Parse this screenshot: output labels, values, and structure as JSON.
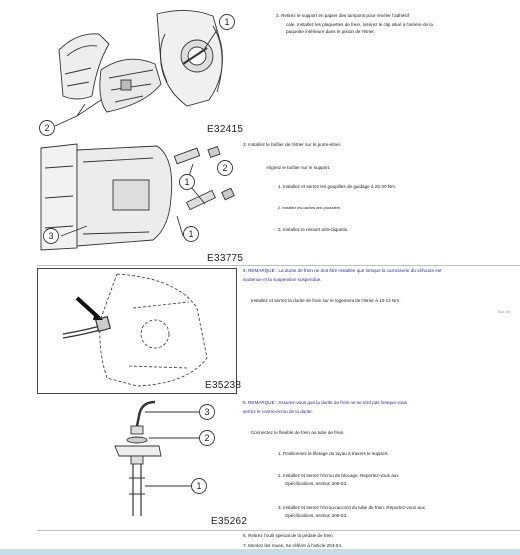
{
  "figures": [
    {
      "code": "E32415",
      "callouts": [
        "1",
        "2"
      ]
    },
    {
      "code": "E33775",
      "callouts": [
        "2",
        "1",
        "3",
        "1"
      ]
    },
    {
      "code": "E35238",
      "callouts": []
    },
    {
      "code": "E35262",
      "callouts": [
        "3",
        "2",
        "1"
      ]
    }
  ],
  "steps": {
    "s2_line1": "2. Retirez le support en papier des tampons pour révéler l'adhésif",
    "s2_line2": "cale. Installez les plaquettes de frein, insérez le clip situé à l'arrière de la",
    "s2_line3": "paquette intérieure dans le piston de l'étrier.",
    "s3": "3. Installez le boîtier de l'étrier sur le porte-étrier.",
    "s3_a": "Alignez le boîtier sur le support.",
    "s3_1": "1. Installez et serrez les goupilles de guidage à 25-30 Nm.",
    "s3_2": "2. Installez les caches anti-poussière.",
    "s3_3": "3. Installez le ressort anti-cliquetis.",
    "s4_note1": "4. REMARQUE : La durite de frein ne doit être installée que lorsque la carrosserie du véhicule est",
    "s4_note2": "soutenue et la suspension suspendue.",
    "s4_a": "Installez et serrez la durite de frein sur le logement de l'étrier à 10-14 Nm.",
    "s5_note1": "5. REMARQUE : Assurez-vous que la durite de frein ne se tord pas lorsque vous",
    "s5_note2": "serrez le contre-écrou de la durite.",
    "s5_a": "Connectez le flexible de frein au tube de frein.",
    "s5_1": "1. Positionnez le filetage du tuyau à travers le support.",
    "s5_2a": "2. Installez et serrez l'écrou de blocage. Reportez-vous aux",
    "s5_2b": "Spécifications, section 206-03.",
    "s5_3a": "3. Installez et serrez l'écrou-raccord du tube de frein. Reportez-vous aux",
    "s5_3b": "Spécifications, section 206-03.",
    "s6": "6. Retirez l'outil spécial de la pédale de frein.",
    "s7": "7. Montez les roues. Se référer à l'article 204-04."
  },
  "margin_mark": "Bon clé",
  "colors": {
    "note": "#2a2a9a",
    "text": "#222222",
    "rule": "#bfbfbf"
  }
}
